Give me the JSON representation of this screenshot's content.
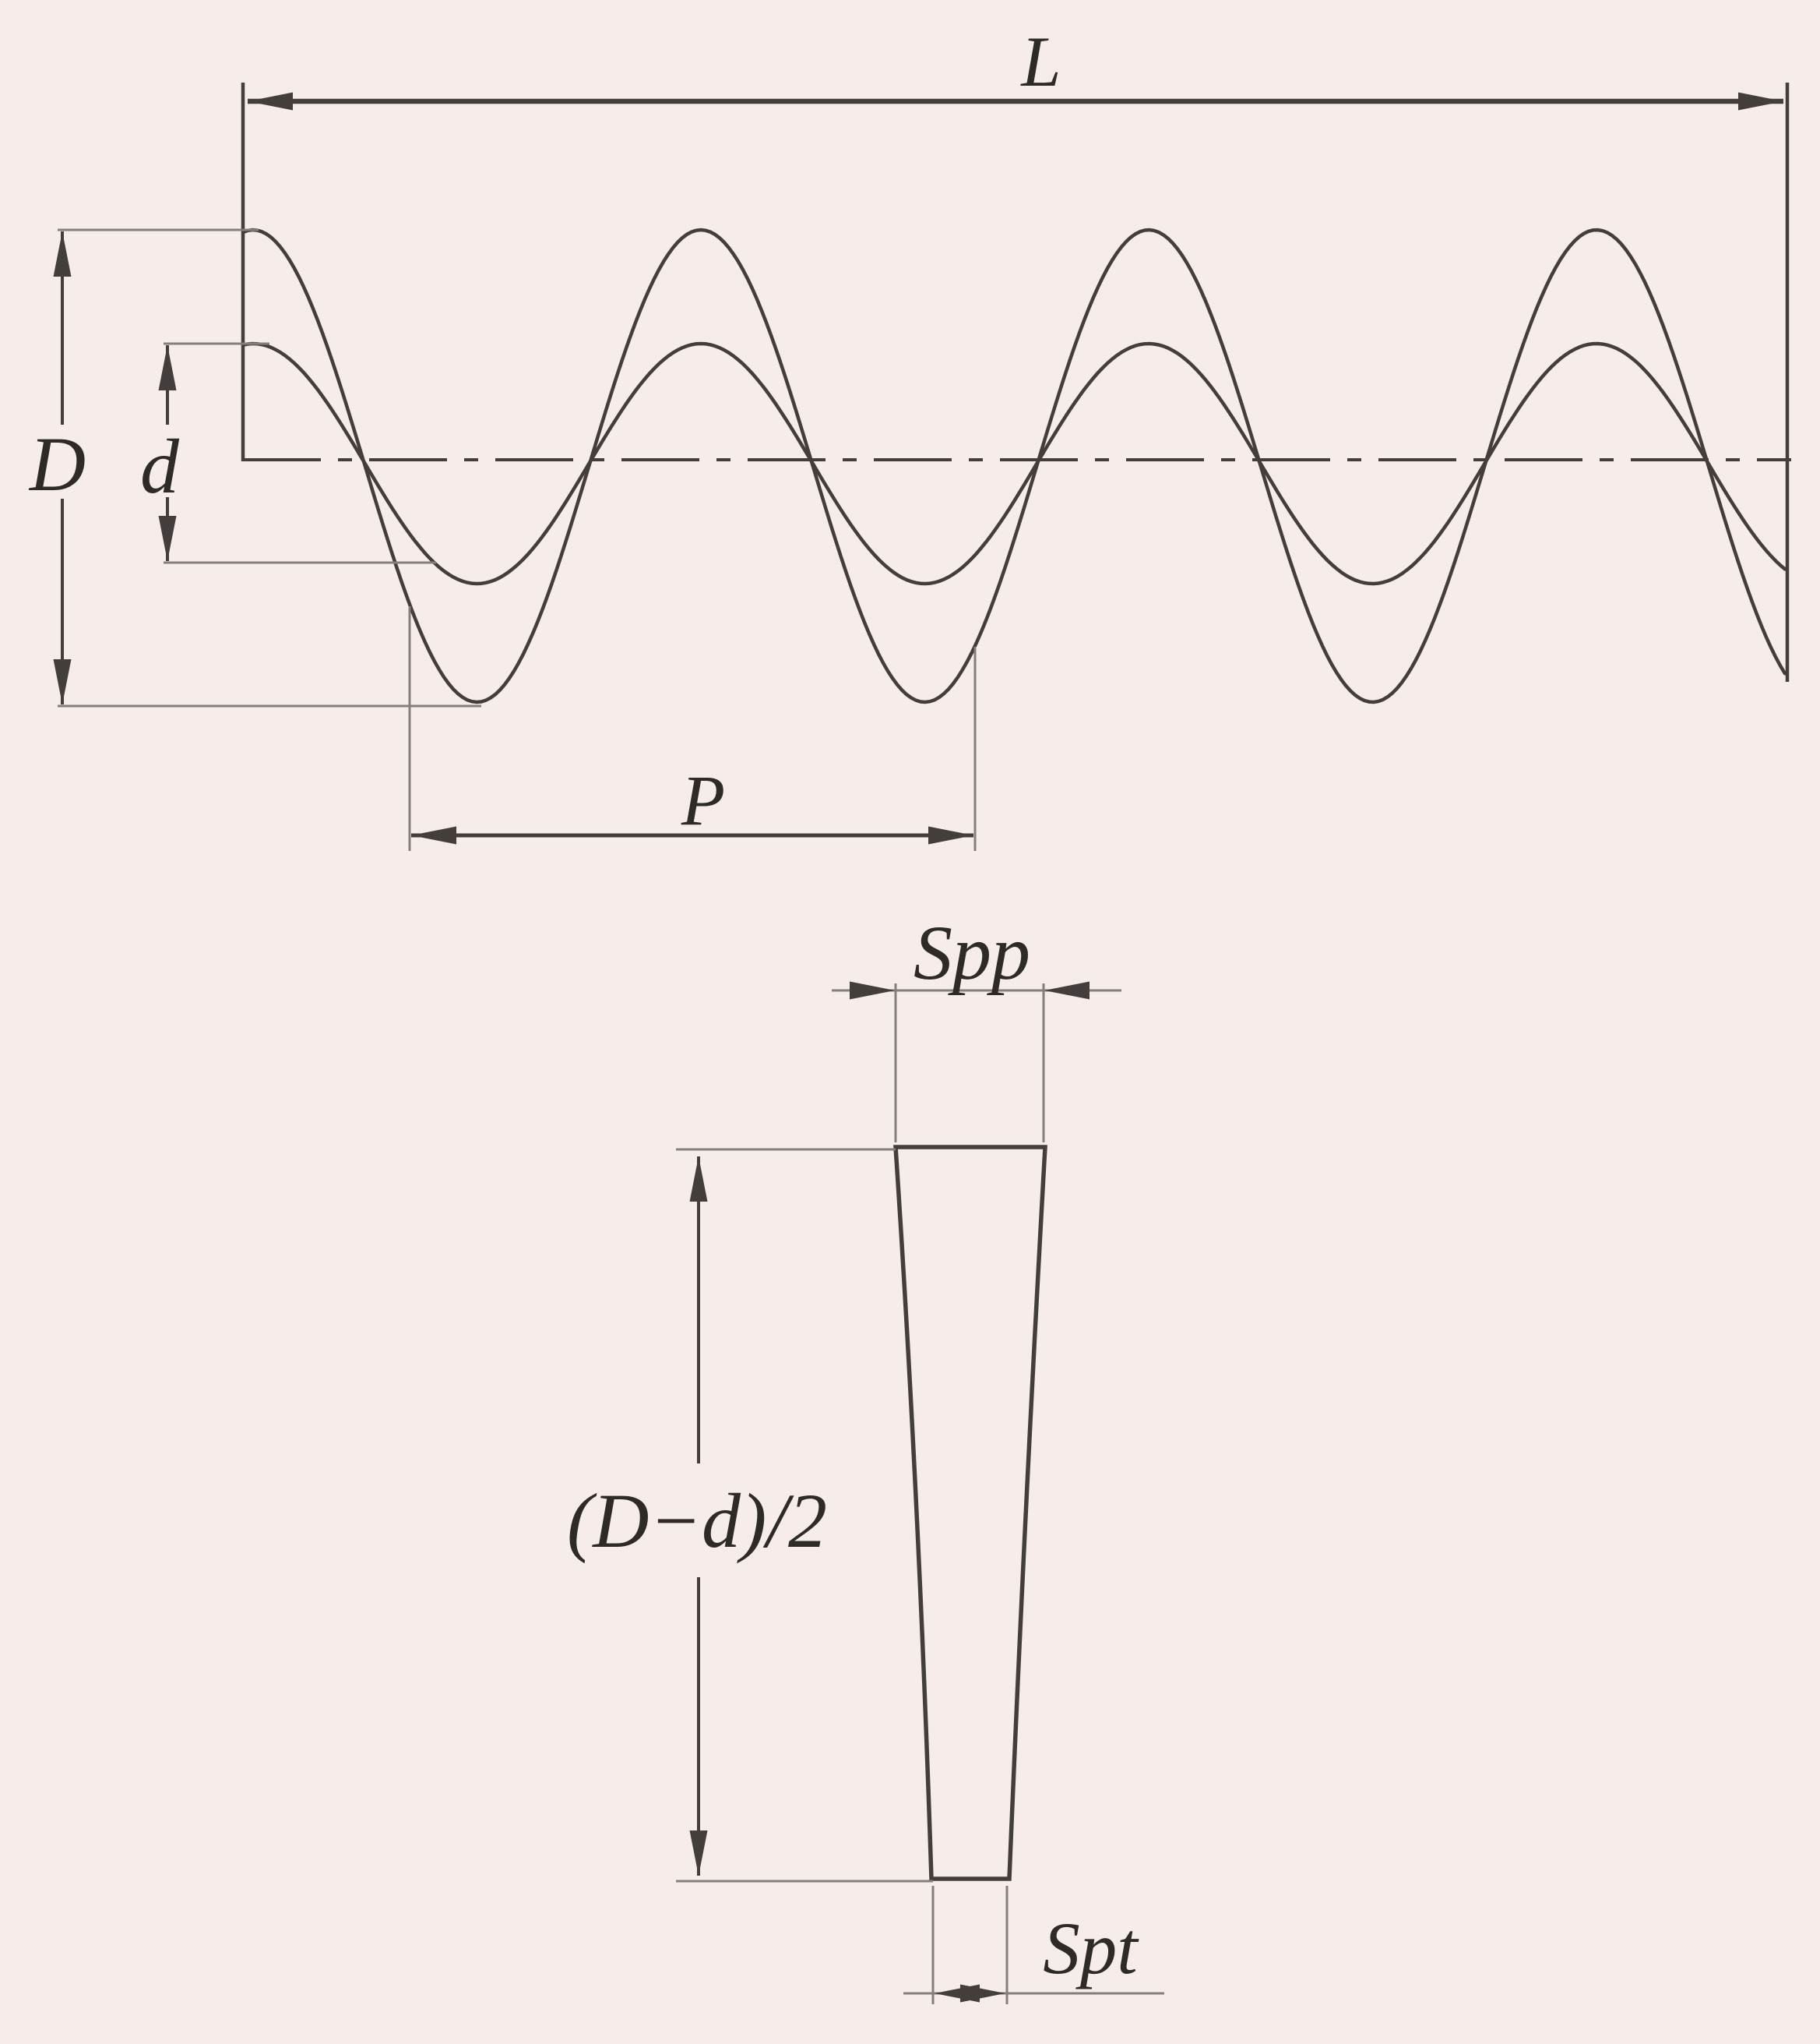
{
  "diagram": {
    "description": "Screw auger flight dimension drawing",
    "colors": {
      "bg": "#f6edea",
      "ink": "#433e3c",
      "thin": "#847e7c",
      "text": "#2e2a28"
    },
    "labels": {
      "total_length": "L",
      "outer_diameter": "D",
      "inner_diameter": "d",
      "pitch": "P",
      "flight_thickness_periphery": "Spp",
      "flight_height": "(D−d)/2",
      "flight_thickness_tube": "Spt"
    }
  }
}
